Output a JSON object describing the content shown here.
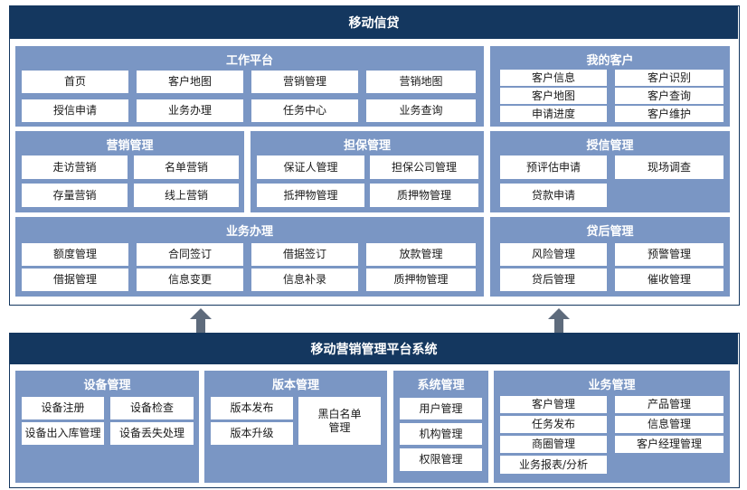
{
  "top": {
    "title": "移动信贷",
    "work_platform": {
      "title": "工作平台",
      "items": [
        "首页",
        "客户地图",
        "营销管理",
        "营销地图",
        "授信申请",
        "业务办理",
        "任务中心",
        "业务查询"
      ]
    },
    "my_customers": {
      "title": "我的客户",
      "items": [
        "客户信息",
        "客户识别",
        "客户地图",
        "客户查询",
        "申请进度",
        "客户维护"
      ]
    },
    "marketing": {
      "title": "营销管理",
      "items": [
        "走访营销",
        "名单营销",
        "存量营销",
        "线上营销"
      ]
    },
    "guarantee": {
      "title": "担保管理",
      "items": [
        "保证人管理",
        "担保公司管理",
        "抵押物管理",
        "质押物管理"
      ]
    },
    "credit": {
      "title": "授信管理",
      "items": [
        "预评估申请",
        "现场调查",
        "贷款申请"
      ]
    },
    "business": {
      "title": "业务办理",
      "items": [
        "额度管理",
        "合同签订",
        "借据签订",
        "放款管理",
        "借据管理",
        "信息变更",
        "信息补录",
        "质押物管理"
      ]
    },
    "post_loan": {
      "title": "贷后管理",
      "items": [
        "风险管理",
        "预警管理",
        "贷后管理",
        "催收管理"
      ]
    }
  },
  "bottom": {
    "title": "移动营销管理平台系统",
    "device": {
      "title": "设备管理",
      "items": [
        "设备注册",
        "设备检查",
        "设备出入库管理",
        "设备丢失处理"
      ]
    },
    "version": {
      "title": "版本管理",
      "items": [
        "版本发布",
        "版本升级",
        "黑白名单管理"
      ]
    },
    "system": {
      "title": "系统管理",
      "items": [
        "用户管理",
        "机构管理",
        "权限管理"
      ]
    },
    "business": {
      "title": "业务管理",
      "items": [
        "客户管理",
        "产品管理",
        "任务发布",
        "信息管理",
        "商圈管理",
        "客户经理管理",
        "业务报表/分析"
      ]
    }
  },
  "colors": {
    "header": "#14375f",
    "panel": "#7a96c4",
    "item": "#ffffff",
    "arrow": "#5e6b7c"
  }
}
